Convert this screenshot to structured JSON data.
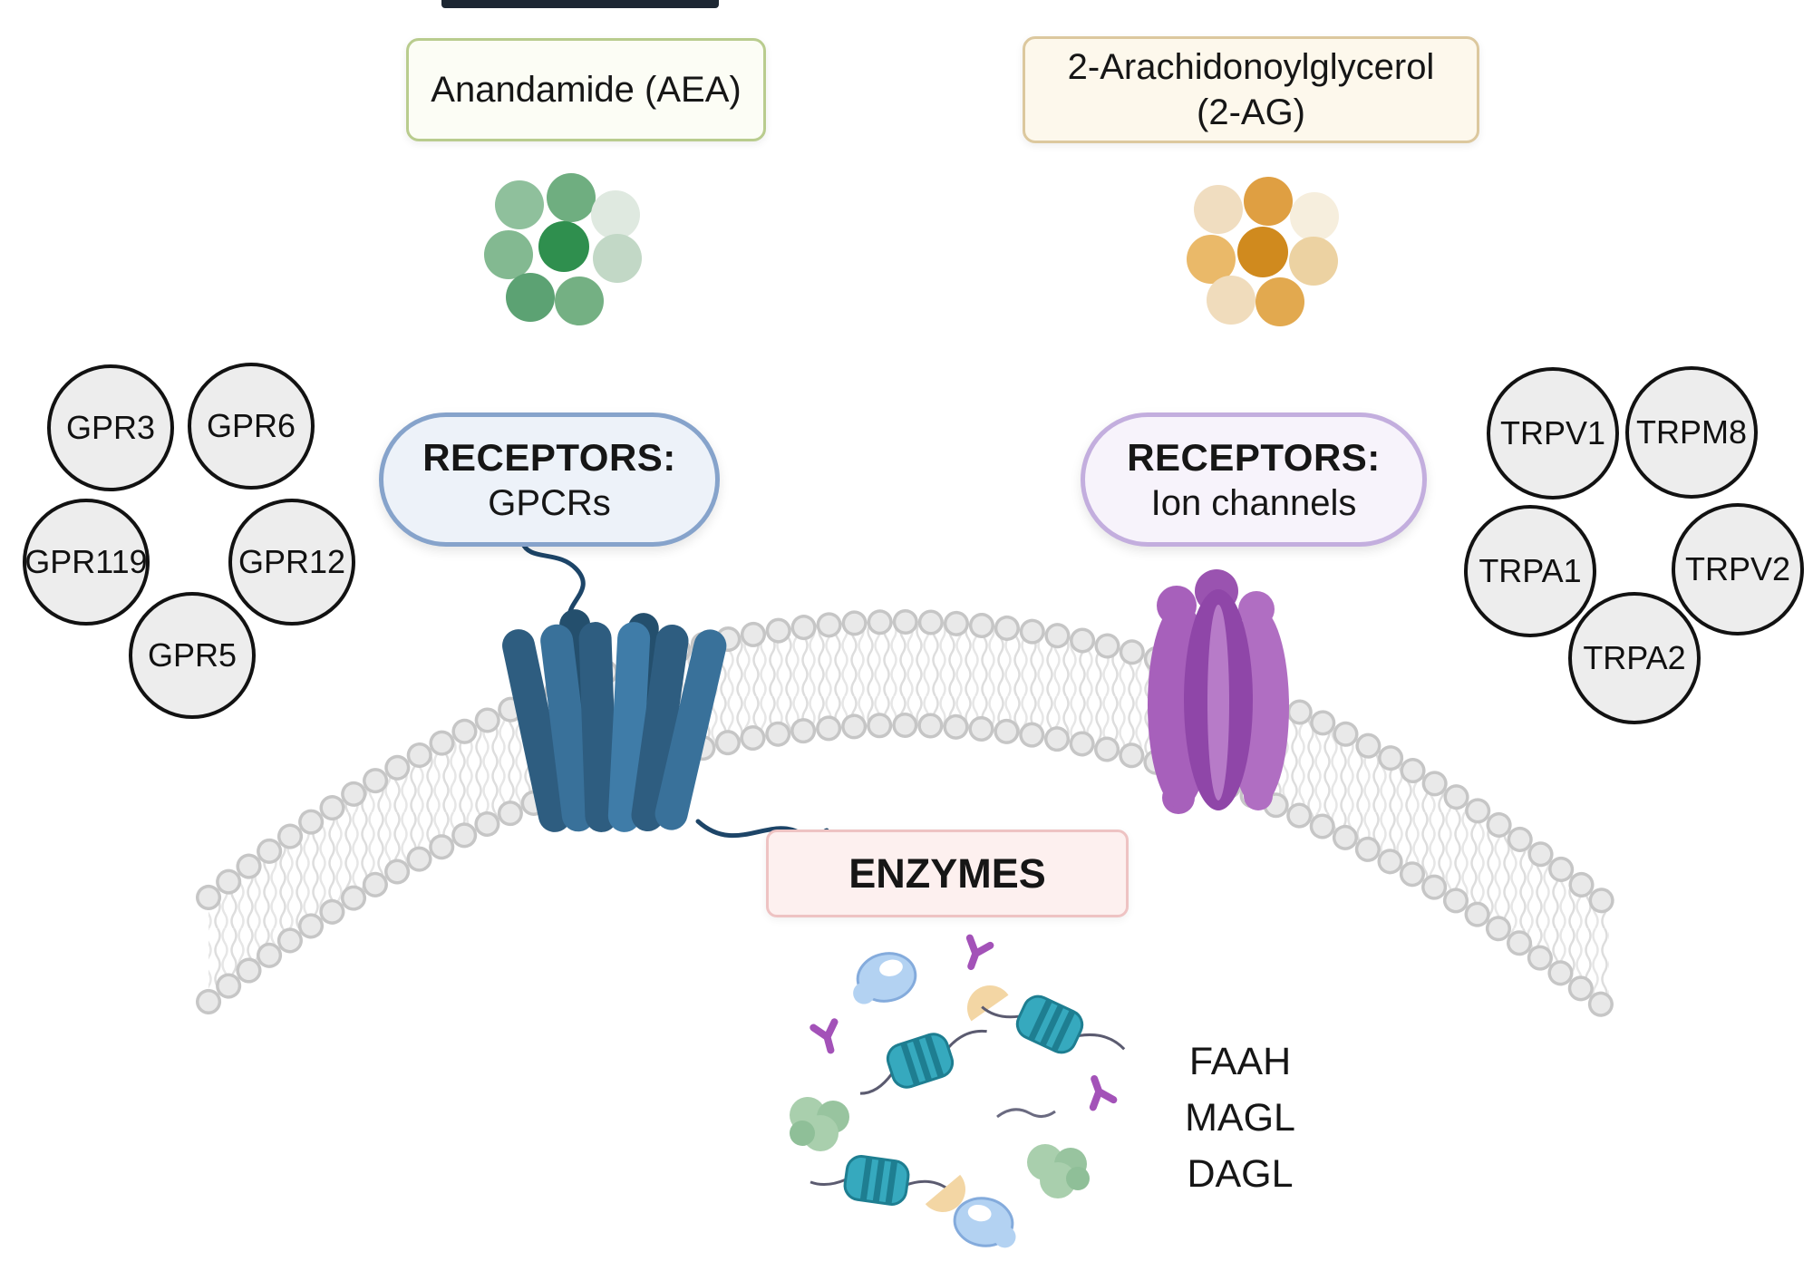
{
  "ligands": {
    "aea": {
      "label": "Anandamide (AEA)"
    },
    "two_ag": {
      "line1": "2-Arachidonoylglycerol",
      "line2": "(2-AG)"
    }
  },
  "receptor_groups": {
    "gpcr": {
      "title": "RECEPTORS:",
      "subtitle": "GPCRs",
      "items": [
        "GPR3",
        "GPR6",
        "GPR119",
        "GPR12",
        "GPR5"
      ]
    },
    "ion_channels": {
      "title": "RECEPTORS:",
      "subtitle": "Ion channels",
      "items": [
        "TRPV1",
        "TRPM8",
        "TRPA1",
        "TRPV2",
        "TRPA2"
      ]
    }
  },
  "enzymes": {
    "title": "ENZYMES",
    "names": [
      "FAAH",
      "MAGL",
      "DAGL"
    ]
  },
  "colors": {
    "aea_box_border": "#b9cc8e",
    "aea_box_fill": "#fcfdf5",
    "aea_molecule_core": "#2f8f4e",
    "aea_molecule_palette": [
      "#8fc09c",
      "#6fae80",
      "#dfe9e0",
      "#83b991",
      "#2f8f4e",
      "#c2d8c6",
      "#5ca273",
      "#74b083"
    ],
    "two_ag_box_border": "#dcc89e",
    "two_ag_box_fill": "#fdf8ec",
    "two_ag_molecule_core": "#d08a1e",
    "two_ag_molecule_palette": [
      "#f0ddc0",
      "#df9f42",
      "#f6eedd",
      "#eab969",
      "#d08a1e",
      "#ecd2a2",
      "#f0dcbc",
      "#e2a94f"
    ],
    "gpcr_pill_border": "#86a3cb",
    "gpcr_pill_fill": "#edf2f9",
    "ion_pill_border": "#c3aede",
    "ion_pill_fill": "#f7f3fb",
    "enzymes_box_border": "#eec3c3",
    "enzymes_box_fill": "#fdf0ef",
    "membrane_lipid": "#d9d9d9",
    "gpcr_protein": "#2e5d80",
    "ion_channel_protein": "#9a53b0",
    "receptor_circle_fill": "#ededed",
    "receptor_circle_border": "#121212",
    "enzyme_blob_blue": "#b3d2f2",
    "enzyme_blob_green": "#a9cfad",
    "enzyme_barrel_teal": "#36a9be",
    "enzyme_antibody_purple": "#a352b8",
    "enzyme_wedge_tan": "#f3d6a4"
  }
}
